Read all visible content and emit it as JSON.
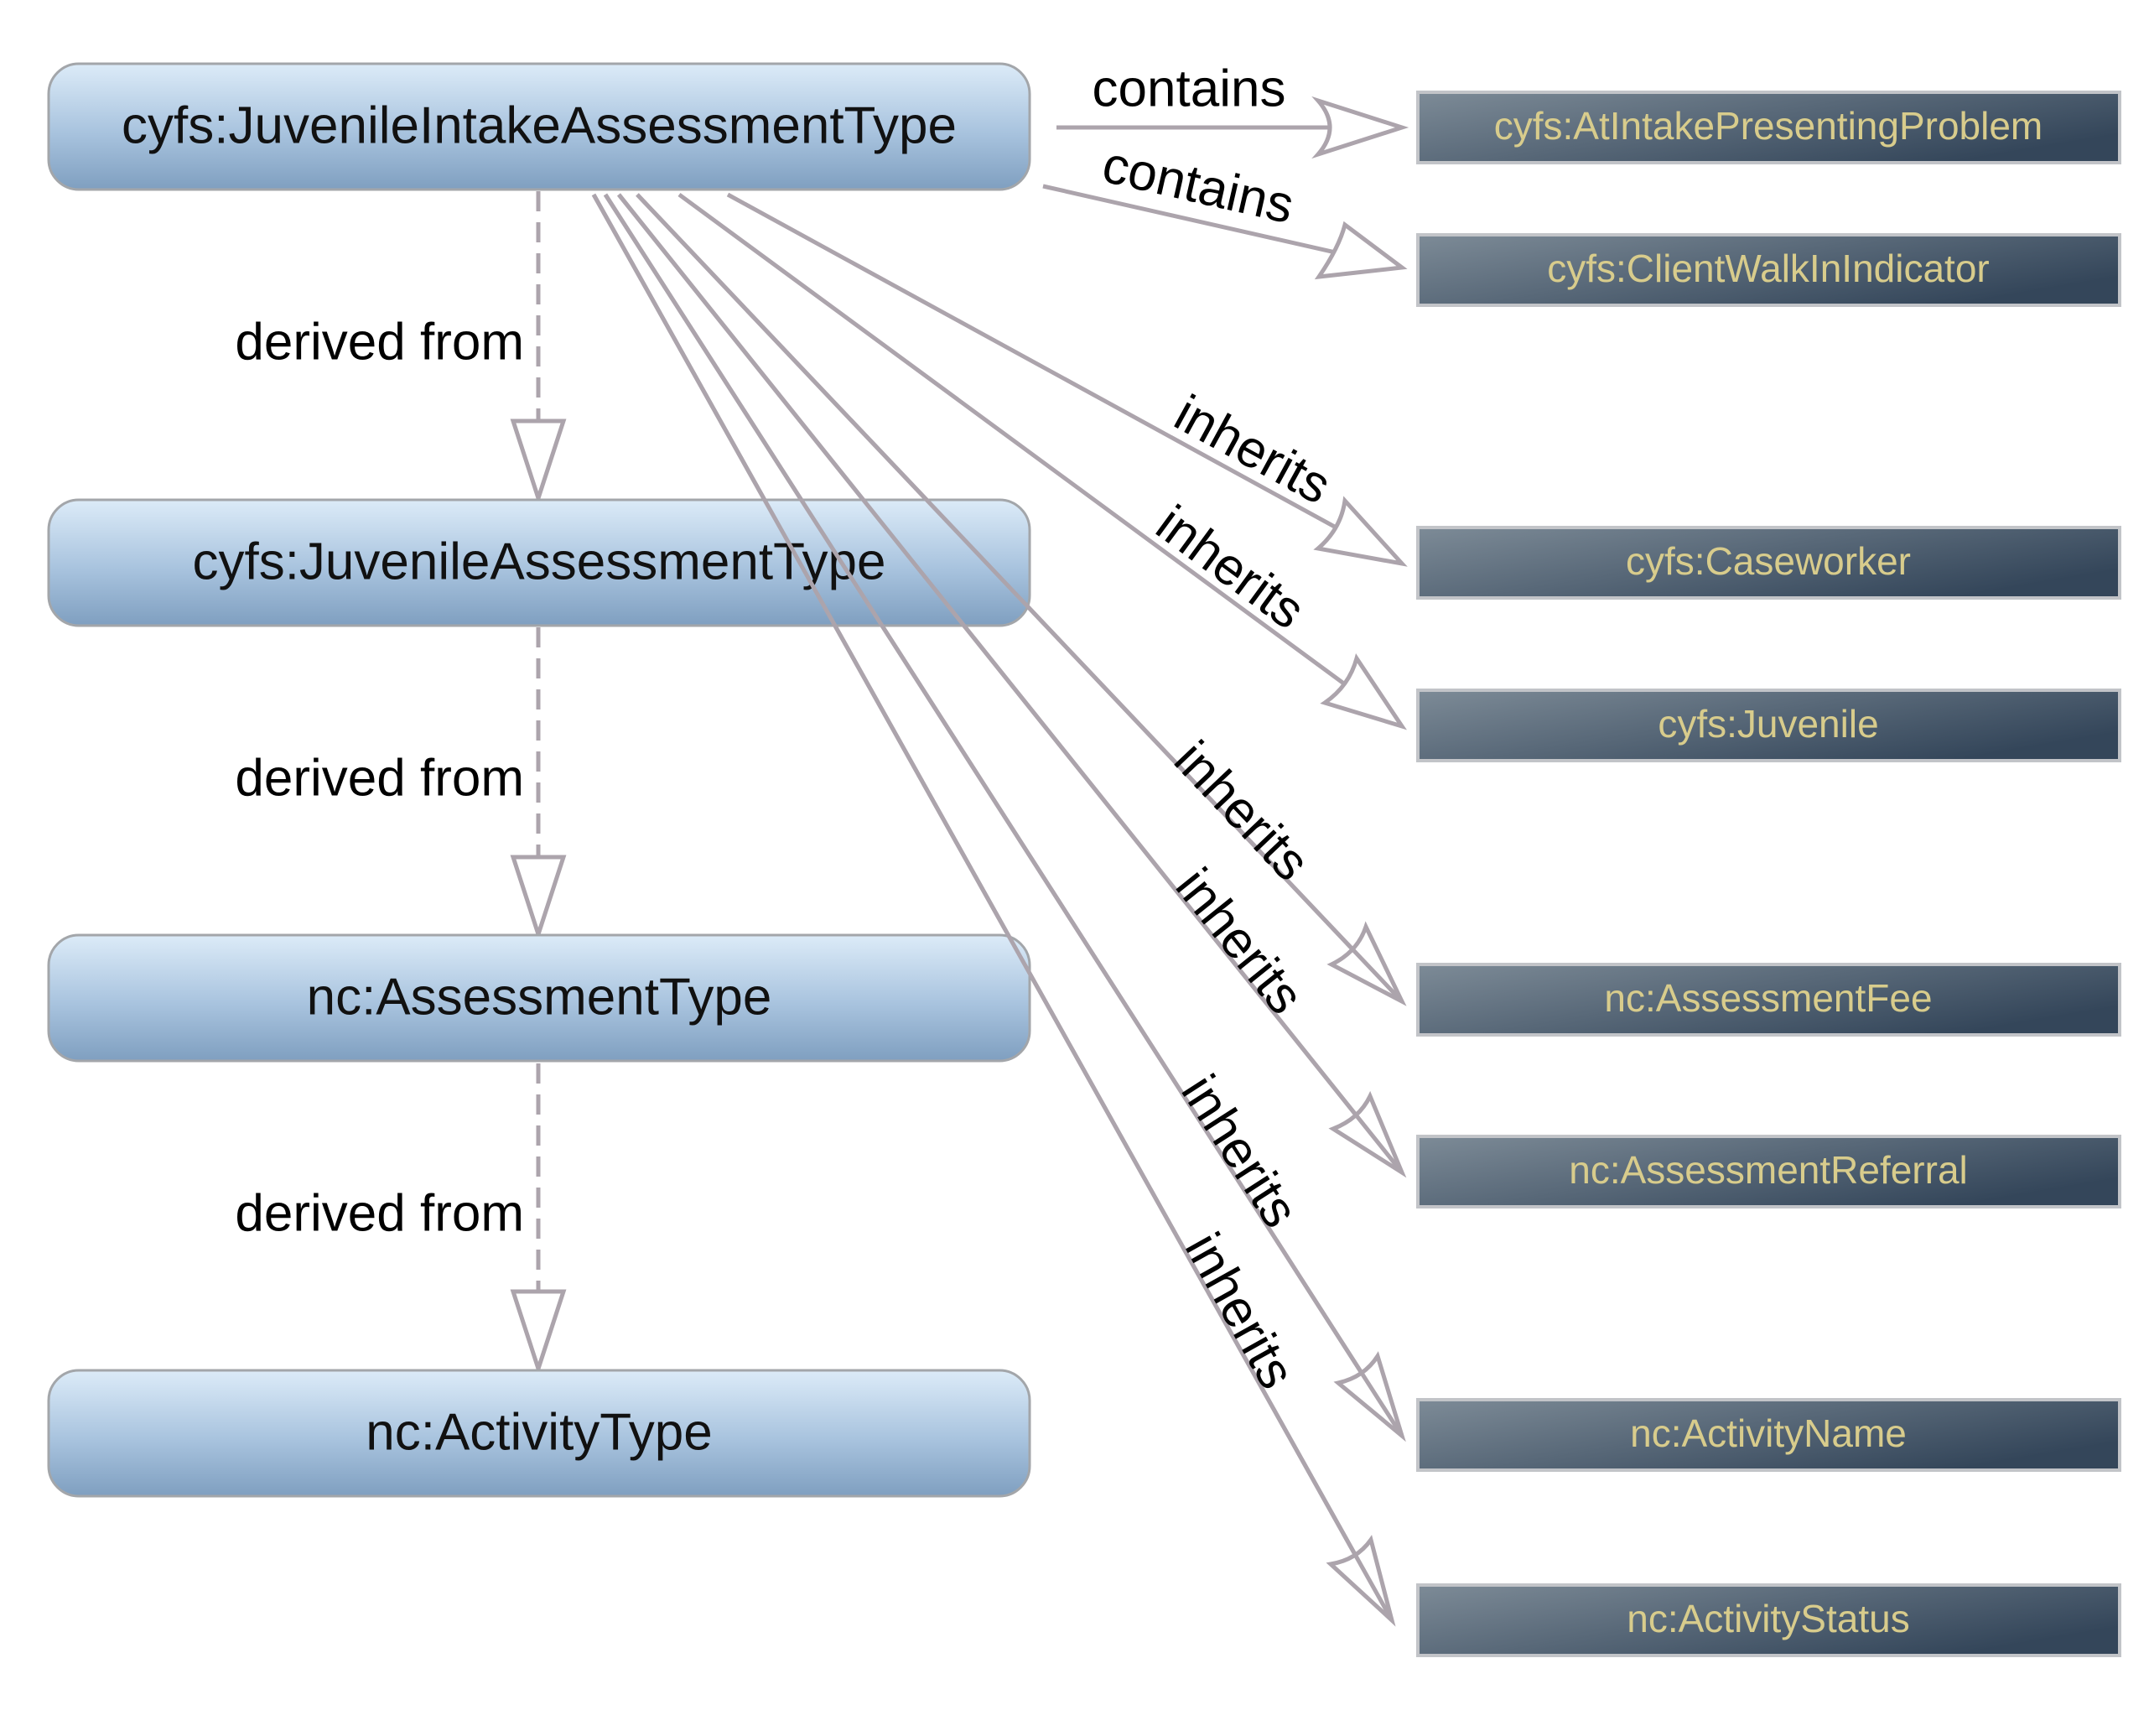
{
  "types": [
    {
      "id": "juvenile-intake-assessment-type",
      "label": "cyfs:JuvenileIntakeAssessmentType"
    },
    {
      "id": "juvenile-assessment-type",
      "label": "cyfs:JuvenileAssessmentType"
    },
    {
      "id": "assessment-type",
      "label": "nc:AssessmentType"
    },
    {
      "id": "activity-type",
      "label": "nc:ActivityType"
    }
  ],
  "properties": [
    {
      "id": "at-intake-presenting-problem",
      "label": "cyfs:AtIntakePresentingProblem",
      "relation": "contains"
    },
    {
      "id": "client-walk-in-indicator",
      "label": "cyfs:ClientWalkInIndicator",
      "relation": "contains"
    },
    {
      "id": "caseworker",
      "label": "cyfs:Caseworker",
      "relation": "inherits"
    },
    {
      "id": "juvenile",
      "label": "cyfs:Juvenile",
      "relation": "inherits"
    },
    {
      "id": "assessment-fee",
      "label": "nc:AssessmentFee",
      "relation": "inherits"
    },
    {
      "id": "assessment-referral",
      "label": "nc:AssessmentReferral",
      "relation": "inherits"
    },
    {
      "id": "activity-name",
      "label": "nc:ActivityName",
      "relation": "inherits"
    },
    {
      "id": "activity-status",
      "label": "nc:ActivityStatus",
      "relation": "inherits"
    }
  ],
  "derivations": [
    {
      "label": "derived from"
    },
    {
      "label": "derived from"
    },
    {
      "label": "derived from"
    }
  ],
  "colors": {
    "edge": "#aca4ac",
    "type_text": "#111111",
    "property_text": "#d8cc8c",
    "type_fill_top": "#dcebf8",
    "type_fill_bottom": "#7f9fc0",
    "property_fill_left": "#7d8b97",
    "property_fill_right": "#34465a"
  }
}
